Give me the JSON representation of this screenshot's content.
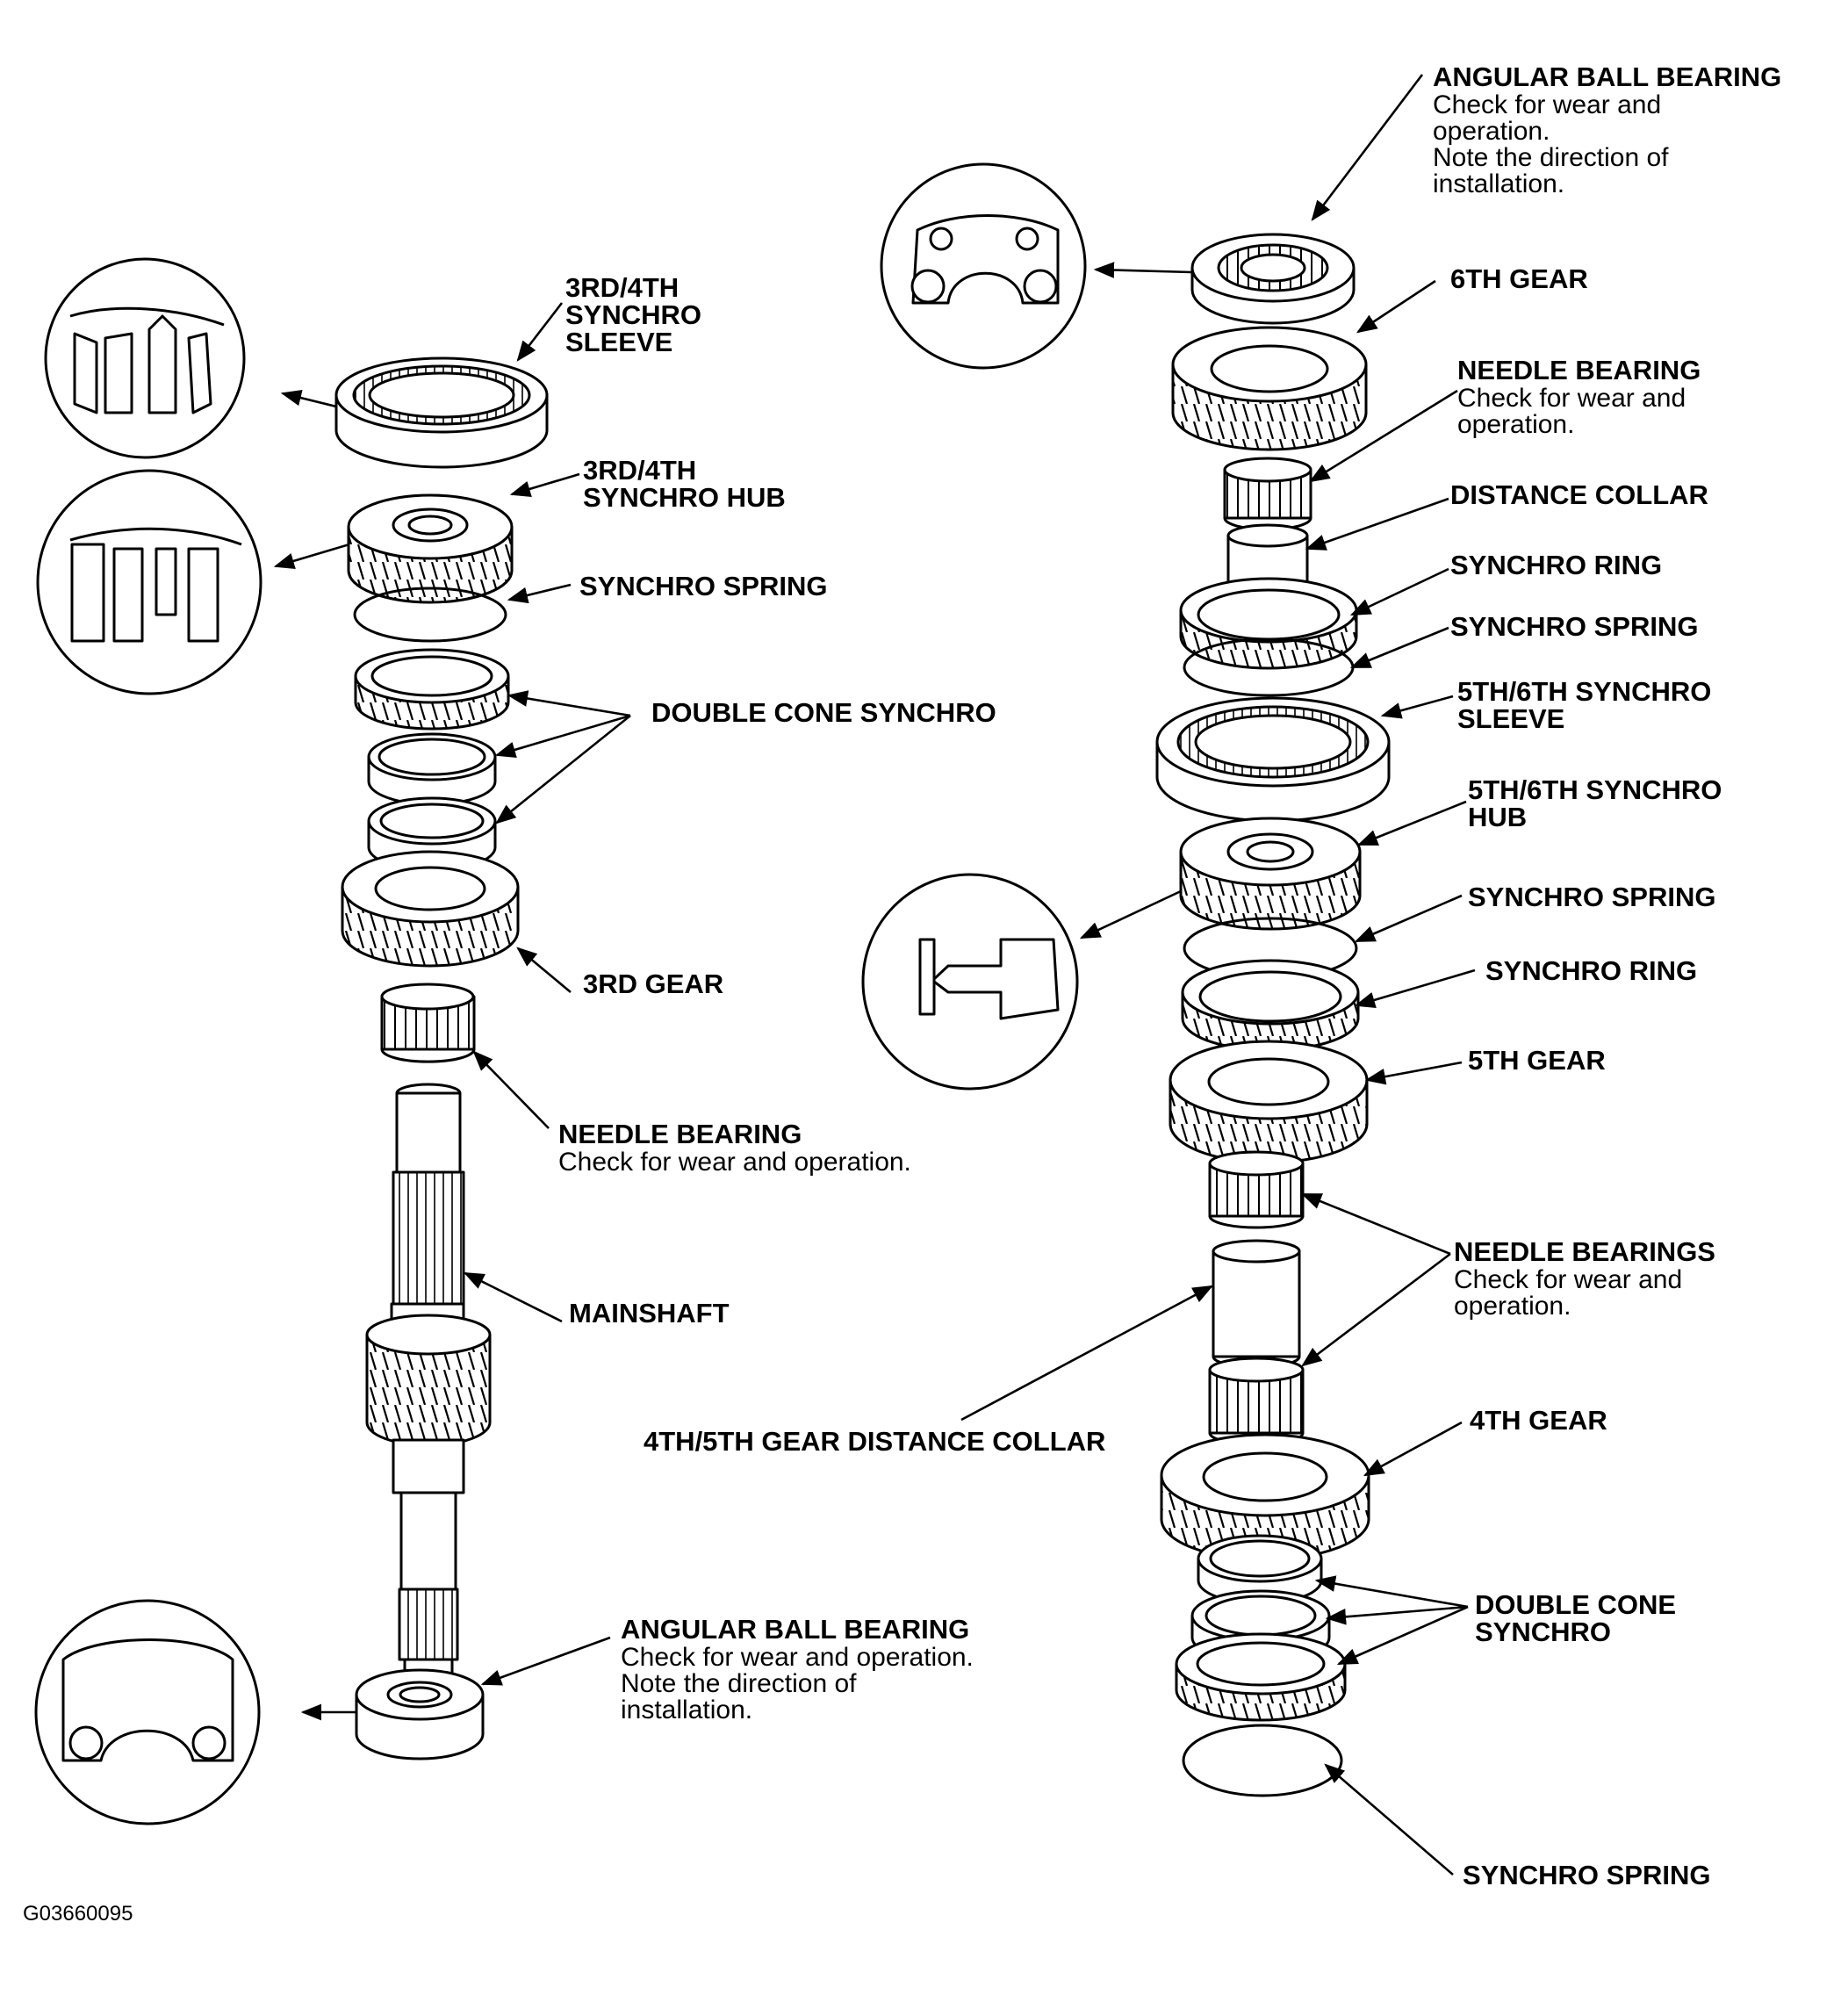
{
  "figure_id": "G03660095",
  "left_stack": {
    "synchro_sleeve": {
      "title": "3RD/4TH\nSYNCHRO\nSLEEVE"
    },
    "synchro_hub": {
      "title": "3RD/4TH\nSYNCHRO HUB"
    },
    "synchro_spring": {
      "title": "SYNCHRO SPRING"
    },
    "double_cone": {
      "title": "DOUBLE CONE SYNCHRO"
    },
    "gear_3rd": {
      "title": "3RD GEAR"
    },
    "needle_bearing": {
      "title": "NEEDLE BEARING",
      "note": "Check for wear and operation."
    },
    "mainshaft": {
      "title": "MAINSHAFT"
    },
    "ball_bearing": {
      "title": "ANGULAR BALL BEARING",
      "note": "Check for wear and operation.\nNote the direction of\ninstallation."
    }
  },
  "right_stack": {
    "ball_bearing": {
      "title": "ANGULAR BALL BEARING",
      "note": "Check for wear and\noperation.\nNote the direction of\ninstallation."
    },
    "gear_6th": {
      "title": "6TH GEAR"
    },
    "needle_bearing": {
      "title": "NEEDLE BEARING",
      "note": "Check for wear and\noperation."
    },
    "distance_collar": {
      "title": "DISTANCE COLLAR"
    },
    "synchro_ring_top": {
      "title": "SYNCHRO RING"
    },
    "synchro_spring_top": {
      "title": "SYNCHRO SPRING"
    },
    "synchro_sleeve": {
      "title": "5TH/6TH SYNCHRO\nSLEEVE"
    },
    "synchro_hub": {
      "title": "5TH/6TH SYNCHRO\nHUB"
    },
    "synchro_spring_mid": {
      "title": "SYNCHRO SPRING"
    },
    "synchro_ring_mid": {
      "title": "SYNCHRO RING"
    },
    "gear_5th": {
      "title": "5TH GEAR"
    },
    "needle_bearings": {
      "title": "NEEDLE BEARINGS",
      "note": "Check for wear and\noperation."
    },
    "gear_distance_collar": {
      "title": "4TH/5TH GEAR DISTANCE COLLAR"
    },
    "gear_4th": {
      "title": "4TH GEAR"
    },
    "double_cone": {
      "title": "DOUBLE CONE\nSYNCHRO"
    },
    "synchro_spring_bottom": {
      "title": "SYNCHRO SPRING"
    }
  }
}
